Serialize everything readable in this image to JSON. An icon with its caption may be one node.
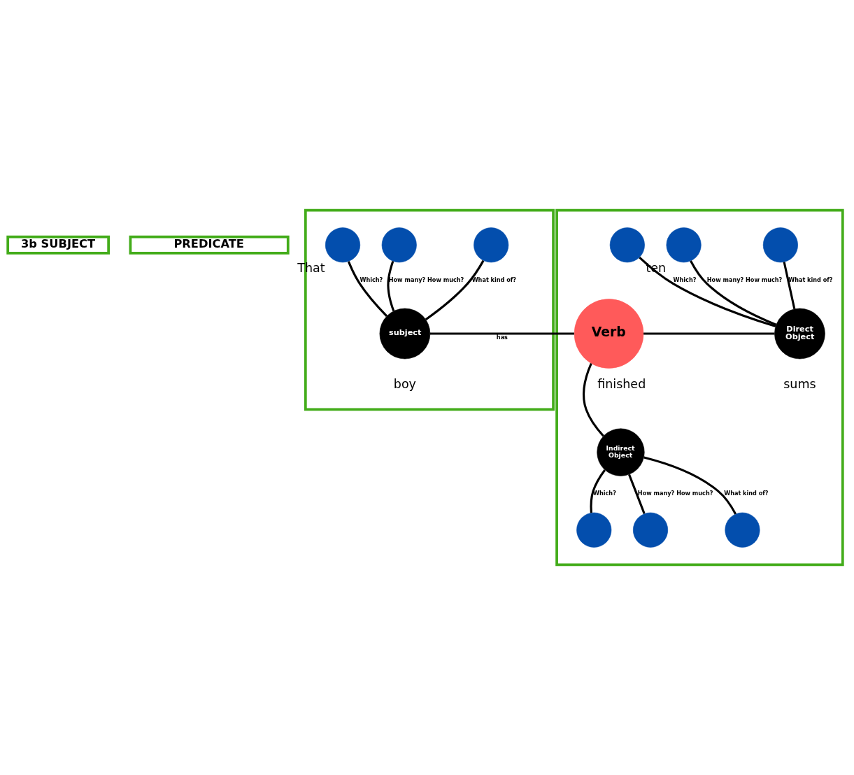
{
  "diagram": {
    "nodes": [
      {
        "text": [
          "3b SUBJECT"
        ]
      },
      {
        "text": [
          "PREDICATE"
        ]
      },
      {
        "text": [],
        "shape": "box"
      },
      {
        "text": [],
        "shape": "box"
      },
      {
        "text": [
          "subject"
        ],
        "in": 2,
        "beside": [
          "boy"
        ]
      },
      {
        "text": [],
        "shape": "circle",
        "in": 2,
        "beside": [
          "That"
        ]
      },
      {
        "text": [],
        "shape": "circle",
        "in": 2
      },
      {
        "text": [],
        "shape": "circle",
        "in": 2
      },
      {
        "text": [
          "Verb"
        ],
        "in": 3,
        "beside": [
          "finished"
        ]
      },
      {
        "text": [],
        "shape": "circle",
        "in": 3
      },
      {
        "text": [],
        "shape": "circle",
        "in": 3,
        "beside": [
          "ten"
        ]
      },
      {
        "text": [],
        "shape": "circle",
        "in": 3
      },
      {
        "text": [
          "Direct Object"
        ],
        "in": 3,
        "beside": [
          "sums"
        ]
      },
      {
        "text": [
          "Indirect Object"
        ],
        "in": 3
      },
      {
        "text": [],
        "shape": "circle",
        "in": 3
      },
      {
        "text": [],
        "shape": "circle",
        "in": 3
      },
      {
        "text": [],
        "shape": "circle",
        "in": 3
      }
    ],
    "edges": [
      {
        "from": 4,
        "to": 5,
        "arrow": "none",
        "label": "Which?"
      },
      {
        "from": 4,
        "to": 6,
        "arrow": "none",
        "label": "How many? How much?"
      },
      {
        "from": 4,
        "to": 7,
        "arrow": "none",
        "label": "What kind of?"
      },
      {
        "from": 4,
        "to": 8,
        "arrow": "none",
        "label": "has"
      },
      {
        "from": 8,
        "to": 12,
        "arrow": "none"
      },
      {
        "from": 8,
        "to": 13,
        "arrow": "none"
      },
      {
        "from": 12,
        "to": 9,
        "arrow": "none",
        "label": "Which?"
      },
      {
        "from": 12,
        "to": 10,
        "arrow": "none",
        "label": "How many? How much?"
      },
      {
        "from": 12,
        "to": 11,
        "arrow": "none",
        "label": "What kind of?"
      },
      {
        "from": 13,
        "to": 14,
        "arrow": "none",
        "label": "Which?"
      },
      {
        "from": 13,
        "to": 15,
        "arrow": "none",
        "label": "How many? How much?"
      },
      {
        "from": 13,
        "to": 16,
        "arrow": "none",
        "label": "What kind of?"
      }
    ]
  }
}
